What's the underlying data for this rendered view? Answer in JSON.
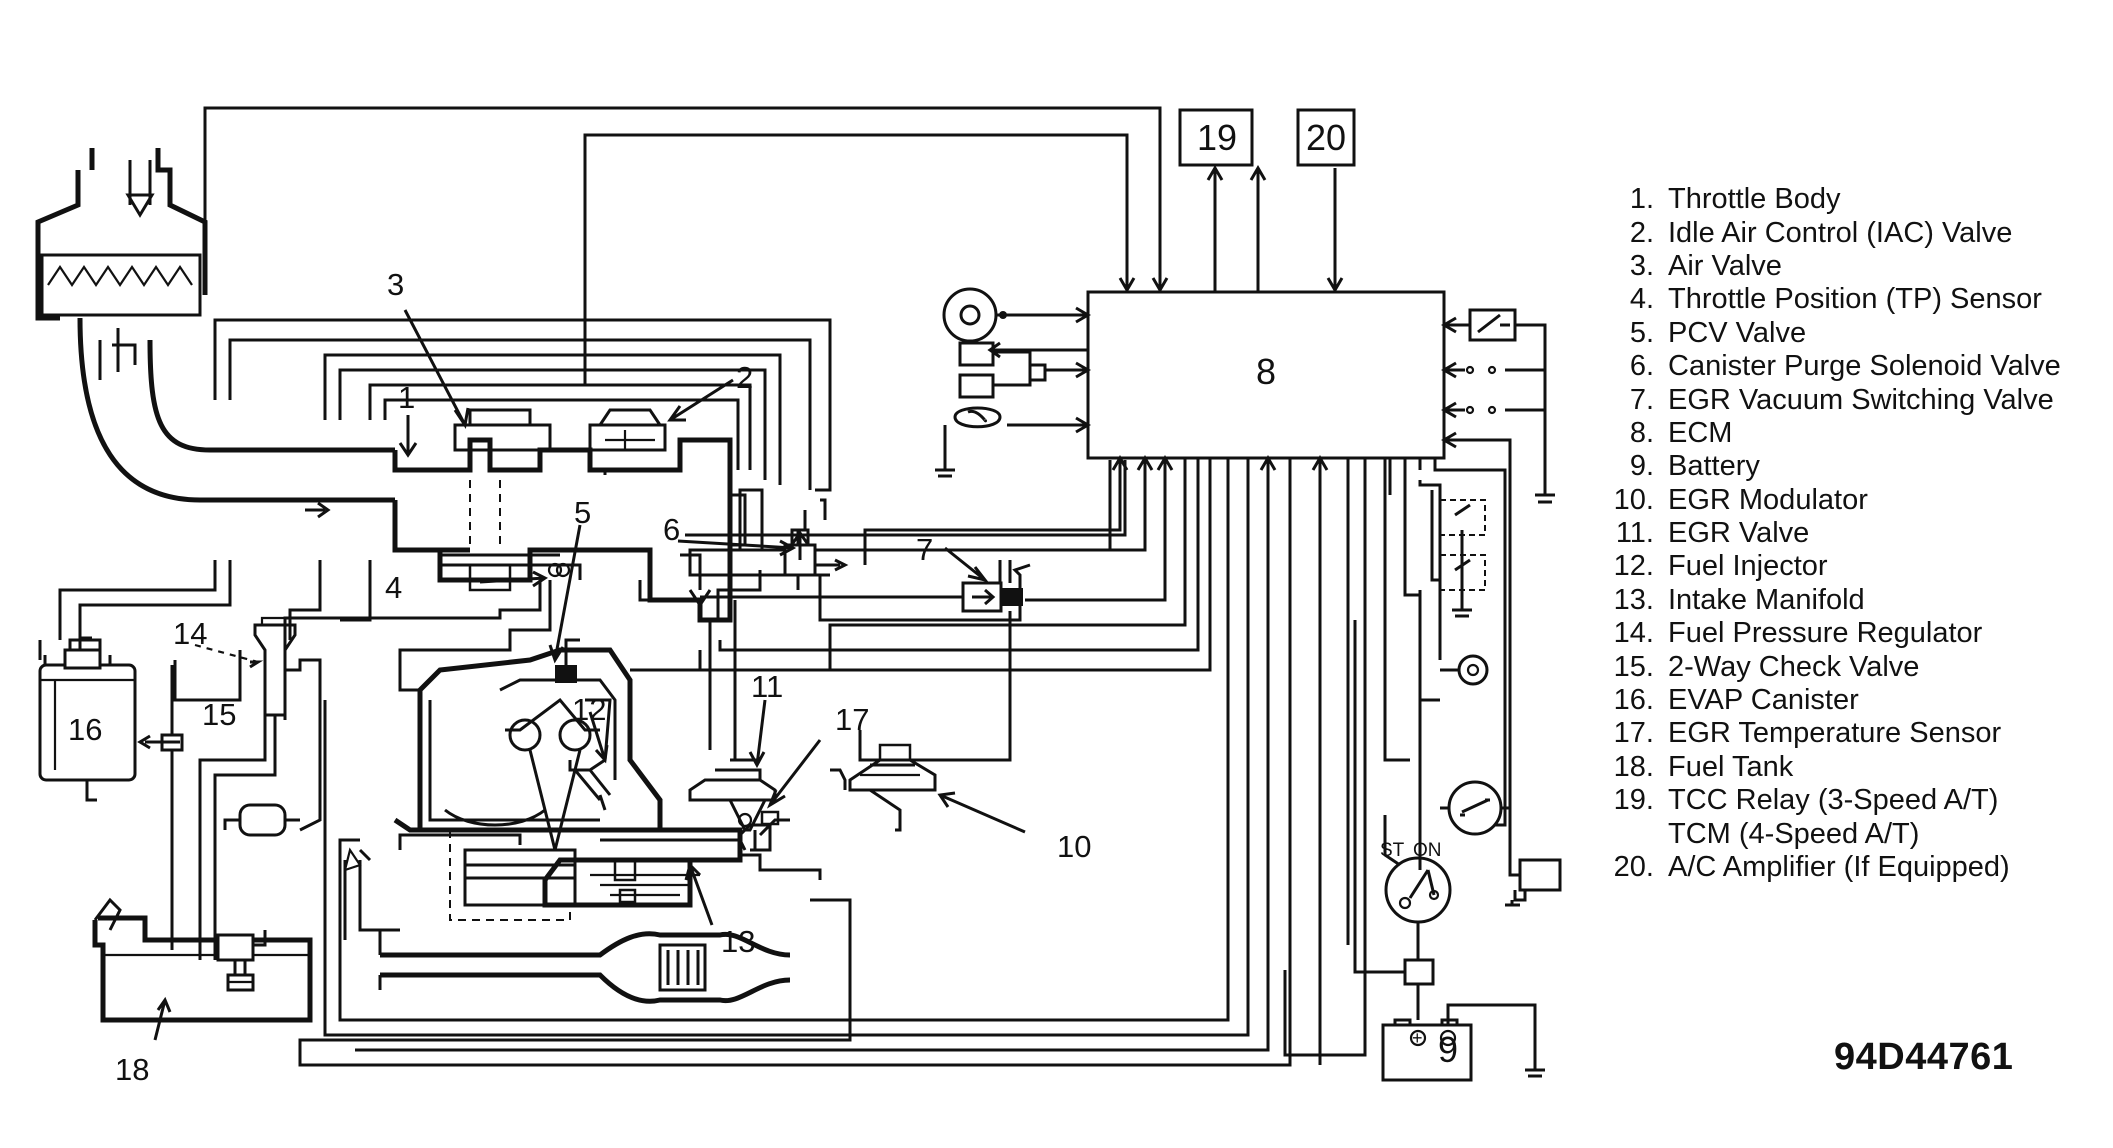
{
  "legend": [
    {
      "num": "1.",
      "label": "Throttle Body"
    },
    {
      "num": "2.",
      "label": "Idle Air Control (IAC) Valve"
    },
    {
      "num": "3.",
      "label": "Air Valve"
    },
    {
      "num": "4.",
      "label": "Throttle Position (TP) Sensor"
    },
    {
      "num": "5.",
      "label": "PCV Valve"
    },
    {
      "num": "6.",
      "label": "Canister Purge Solenoid Valve"
    },
    {
      "num": "7.",
      "label": "EGR Vacuum Switching Valve"
    },
    {
      "num": "8.",
      "label": "ECM"
    },
    {
      "num": "9.",
      "label": "Battery"
    },
    {
      "num": "10.",
      "label": "EGR Modulator"
    },
    {
      "num": "11.",
      "label": "EGR Valve"
    },
    {
      "num": "12.",
      "label": "Fuel Injector"
    },
    {
      "num": "13.",
      "label": "Intake Manifold"
    },
    {
      "num": "14.",
      "label": "Fuel Pressure Regulator"
    },
    {
      "num": "15.",
      "label": "2-Way Check Valve"
    },
    {
      "num": "16.",
      "label": "EVAP Canister"
    },
    {
      "num": "17.",
      "label": "EGR Temperature Sensor"
    },
    {
      "num": "18.",
      "label": "Fuel Tank"
    },
    {
      "num": "19.",
      "label": "TCC Relay (3-Speed A/T)",
      "continuation": "TCM (4-Speed A/T)"
    },
    {
      "num": "20.",
      "label": "A/C Amplifier (If Equipped)"
    }
  ],
  "callouts": {
    "c1": "1",
    "c2": "2",
    "c3": "3",
    "c4": "4",
    "c5": "5",
    "c6": "6",
    "c7": "7",
    "c8": "8",
    "c9": "9",
    "c10": "10",
    "c11": "11",
    "c12": "12",
    "c13": "13",
    "c14": "14",
    "c15": "15",
    "c16": "16",
    "c17": "17",
    "c18": "18",
    "c19": "19",
    "c20": "20"
  },
  "switch_labels": {
    "st": "ST",
    "on": "ON"
  },
  "battery_terminals": {
    "plus": "+",
    "minus": "−"
  },
  "figure_id": "94D44761"
}
